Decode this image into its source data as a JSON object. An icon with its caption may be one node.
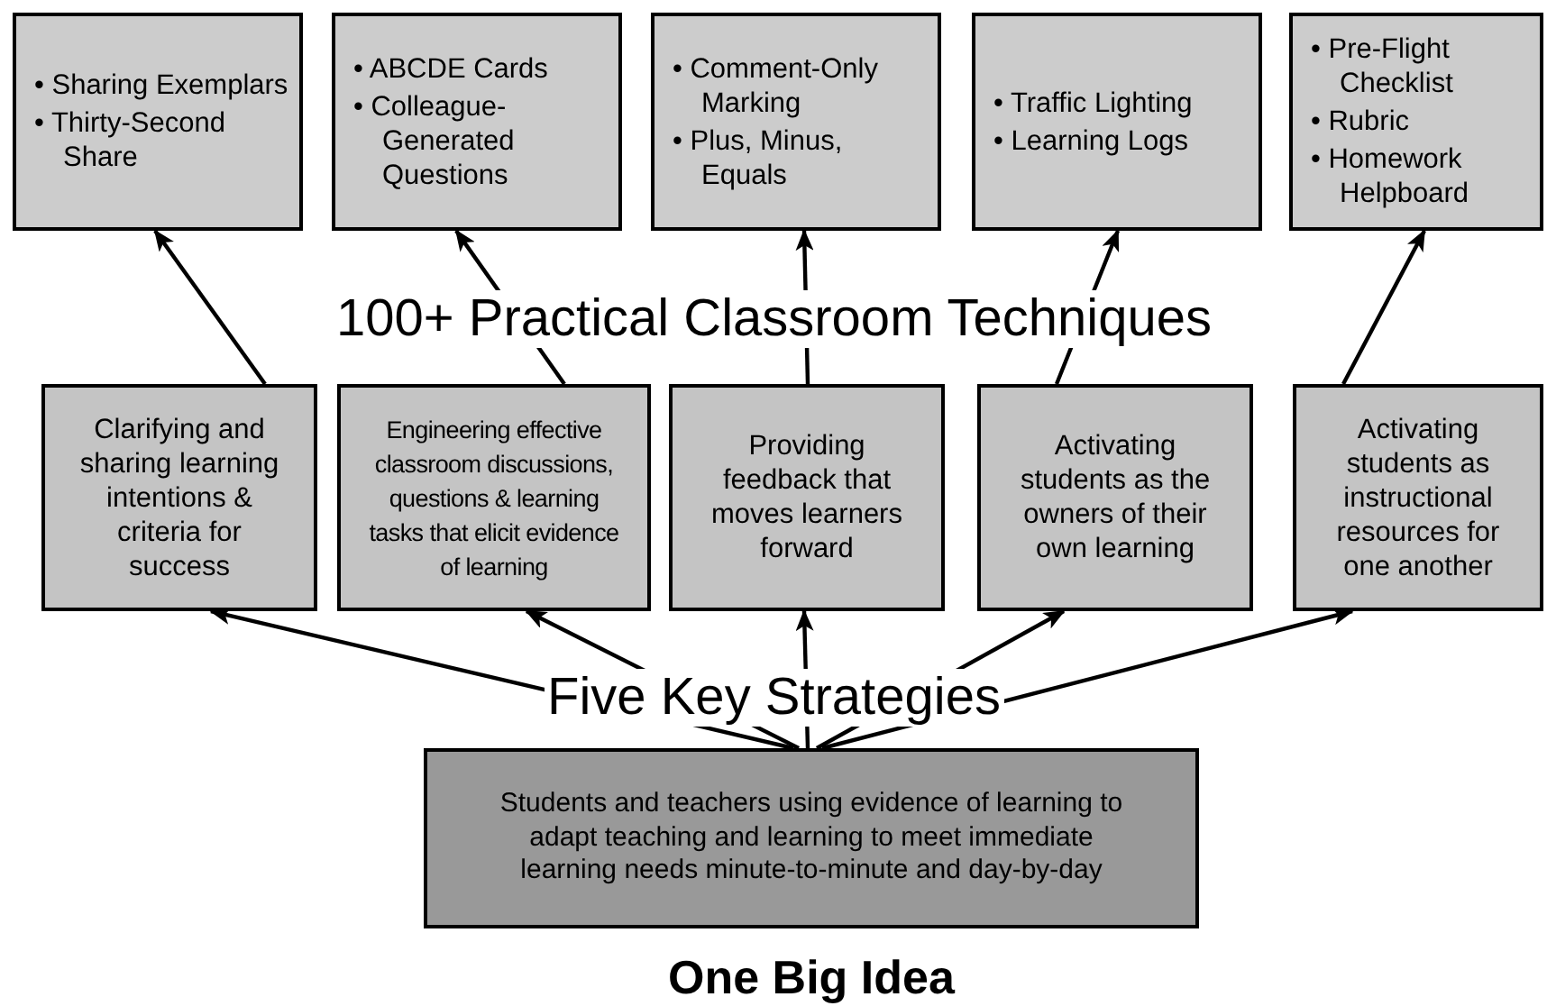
{
  "diagram": {
    "nodes": [
      {
        "text": [
          "• Sharing Exemplars",
          "• Thirty-Second Share"
        ]
      },
      {
        "text": [
          "• ABCDE Cards",
          "• Colleague-Generated Questions"
        ]
      },
      {
        "text": [
          "• Comment-Only Marking",
          "• Plus, Minus, Equals"
        ]
      },
      {
        "text": [
          "• Traffic Lighting",
          "• Learning Logs"
        ]
      },
      {
        "text": [
          "• Pre-Flight Checklist",
          "• Rubric",
          "• Homework Helpboard"
        ]
      },
      {
        "text": [
          "Clarifying and sharing learning intentions & criteria for success"
        ]
      },
      {
        "text": [
          "Engineering effective classroom discussions, questions & learning tasks that elicit evidence of learning"
        ]
      },
      {
        "text": [
          "Providing feedback that moves learners forward"
        ]
      },
      {
        "text": [
          "Activating students as the owners of their own learning"
        ]
      },
      {
        "text": [
          "Activating students as instructional resources for one another"
        ]
      },
      {
        "text": [
          "Students and teachers using evidence of learning to adapt teaching and learning to meet immediate learning needs minute-to-minute and day-by-day"
        ],
        "beside": [
          "One Big Idea"
        ]
      }
    ],
    "edges": [
      {
        "from": 10,
        "to": 5,
        "arrow": "to"
      },
      {
        "from": 10,
        "to": 6,
        "arrow": "to"
      },
      {
        "from": 10,
        "to": 7,
        "arrow": "to"
      },
      {
        "from": 10,
        "to": 8,
        "arrow": "to"
      },
      {
        "from": 10,
        "to": 9,
        "arrow": "to"
      },
      {
        "from": 5,
        "to": 0,
        "arrow": "to"
      },
      {
        "from": 6,
        "to": 1,
        "arrow": "to"
      },
      {
        "from": 7,
        "to": 2,
        "arrow": "to"
      },
      {
        "from": 8,
        "to": 3,
        "arrow": "to"
      },
      {
        "from": 9,
        "to": 4,
        "arrow": "to"
      }
    ],
    "labels": [
      "100+ Practical Classroom Techniques",
      "Five Key Strategies"
    ]
  }
}
